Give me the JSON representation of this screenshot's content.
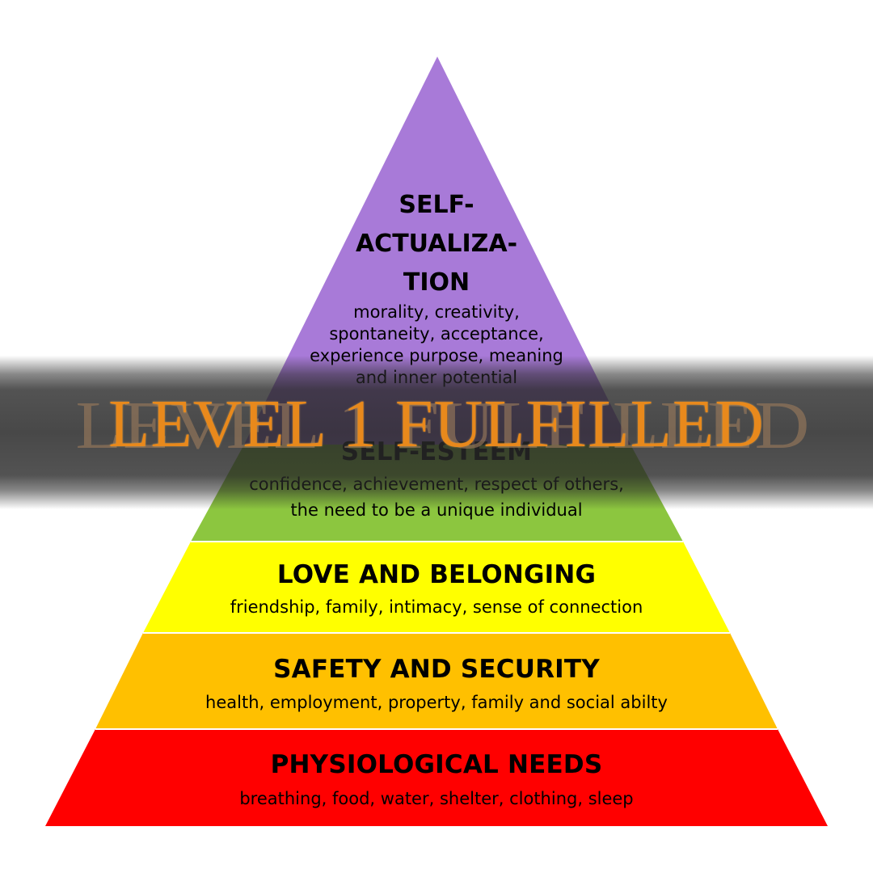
{
  "tiers": [
    {
      "id": "self-actualization",
      "title_lines": [
        "SELF-",
        "ACTUALIZA-",
        "TION"
      ],
      "desc_lines": [
        "morality, creativity,",
        "spontaneity, acceptance,",
        "experience purpose, meaning",
        "and inner potential"
      ],
      "color": "#a87ad8"
    },
    {
      "id": "self-esteem",
      "title": "SELF-ESTEEM",
      "desc_lines": [
        "confidence, achievement, respect of others,",
        "the need to be a unique individual"
      ],
      "color": "#8cc63f"
    },
    {
      "id": "love-belonging",
      "title": "LOVE AND BELONGING",
      "desc": "friendship, family, intimacy, sense of connection",
      "color": "#ffff00"
    },
    {
      "id": "safety-security",
      "title": "SAFETY AND SECURITY",
      "desc": "health, employment, property, family and social abilty",
      "color": "#ffc000"
    },
    {
      "id": "physiological",
      "title": "PHYSIOLOGICAL NEEDS",
      "desc": "breathing, food, water, shelter, clothing, sleep",
      "color": "#ff0000"
    }
  ],
  "banner": {
    "text": "LEVEL 1 FULFILLED",
    "color": "#e8891c"
  }
}
